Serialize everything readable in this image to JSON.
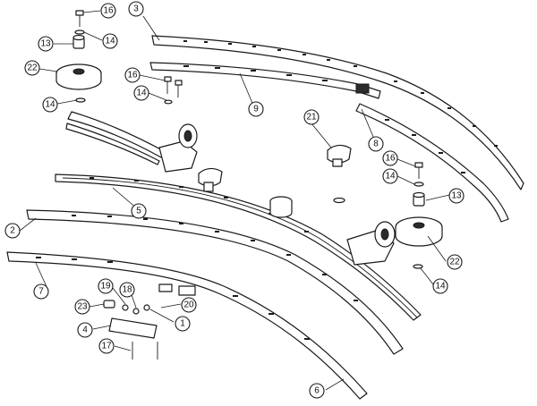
{
  "callouts": [
    {
      "id": "c16a",
      "label": "16"
    },
    {
      "id": "c14a",
      "label": "14"
    },
    {
      "id": "c13a",
      "label": "13"
    },
    {
      "id": "c22a",
      "label": "22"
    },
    {
      "id": "c14b",
      "label": "14"
    },
    {
      "id": "c3",
      "label": "3"
    },
    {
      "id": "c16b",
      "label": "16"
    },
    {
      "id": "c14c",
      "label": "14"
    },
    {
      "id": "c9",
      "label": "9"
    },
    {
      "id": "c21",
      "label": "21"
    },
    {
      "id": "c8",
      "label": "8"
    },
    {
      "id": "c16c",
      "label": "16"
    },
    {
      "id": "c14d",
      "label": "14"
    },
    {
      "id": "c13b",
      "label": "13"
    },
    {
      "id": "c5",
      "label": "5"
    },
    {
      "id": "c2",
      "label": "2"
    },
    {
      "id": "c22b",
      "label": "22"
    },
    {
      "id": "c14e",
      "label": "14"
    },
    {
      "id": "c7",
      "label": "7"
    },
    {
      "id": "c19",
      "label": "19"
    },
    {
      "id": "c18",
      "label": "18"
    },
    {
      "id": "c23",
      "label": "23"
    },
    {
      "id": "c20",
      "label": "20"
    },
    {
      "id": "c1",
      "label": "1"
    },
    {
      "id": "c4",
      "label": "4"
    },
    {
      "id": "c17",
      "label": "17"
    },
    {
      "id": "c6",
      "label": "6"
    }
  ]
}
